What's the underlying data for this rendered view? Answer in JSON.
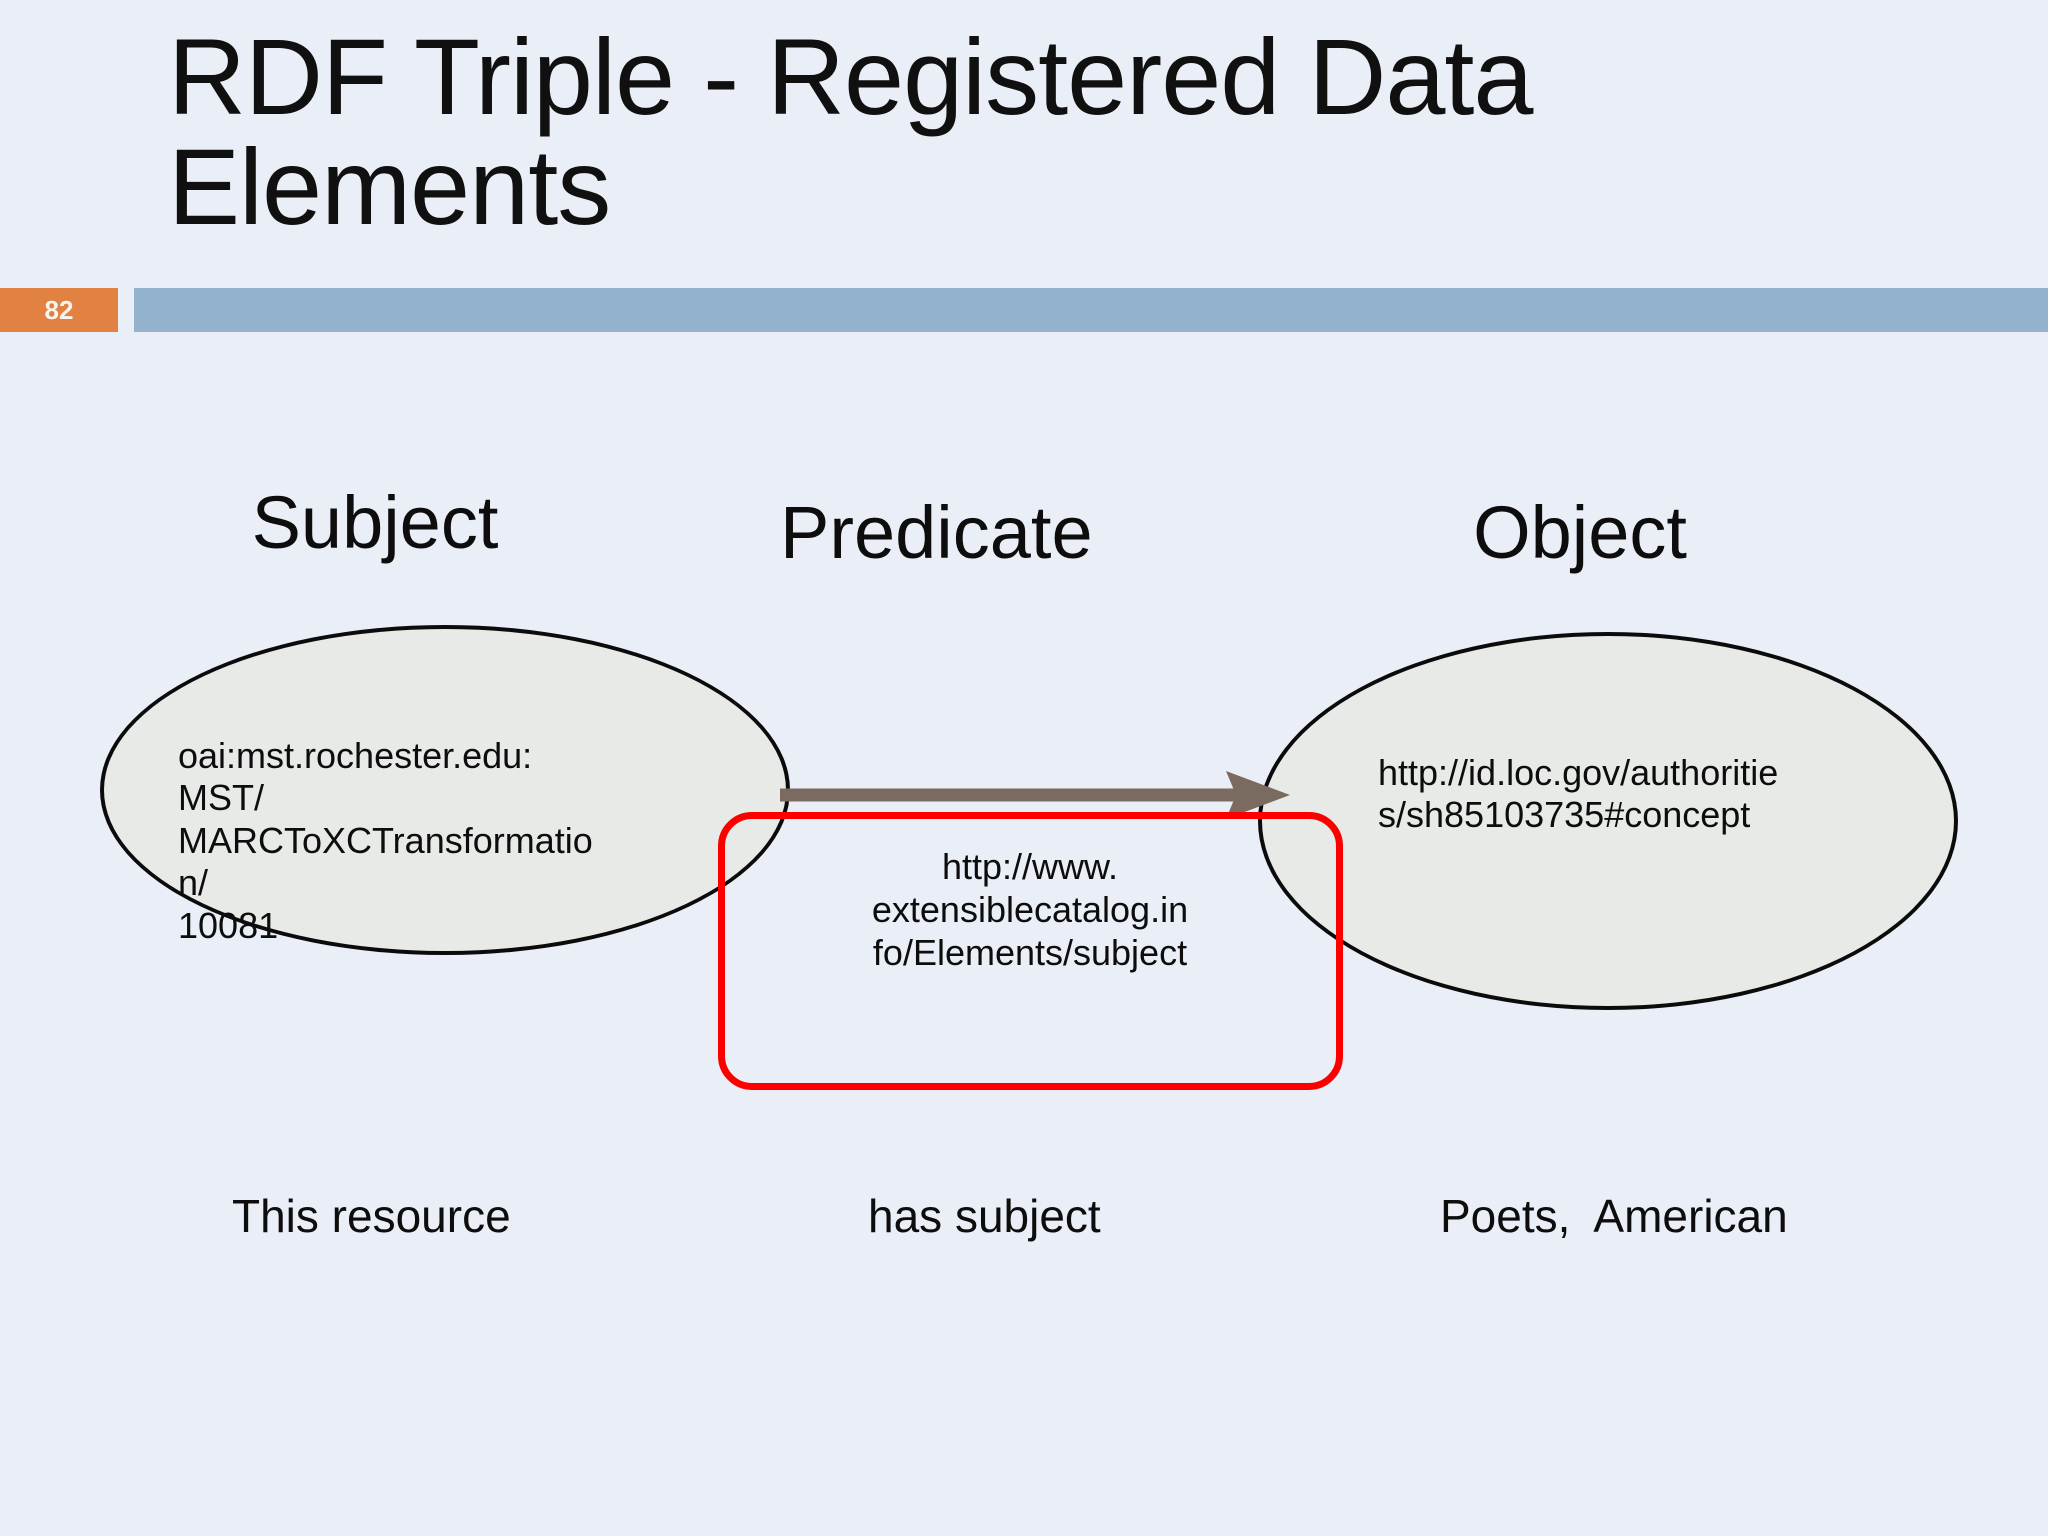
{
  "slide": {
    "page_number": "82",
    "title": "RDF Triple - Registered Data Elements",
    "colors": {
      "background": "#eaeef7",
      "badge": "#e18243",
      "rule_bar": "#93b2ce",
      "node_fill": "#e7eae7",
      "node_stroke": "#0b0b0b",
      "highlight": "#fc0000",
      "arrow": "#7a6a5f"
    }
  },
  "captions": {
    "subject": "Subject",
    "predicate": "Predicate",
    "object": "Object"
  },
  "nodes": {
    "subject_uri": "oai:mst.rochester.edu:\nMST/\nMARCToXCTransformatio\nn/\n10081",
    "object_uri": "http://id.loc.gov/authoritie\ns/sh85103735#concept"
  },
  "predicate": {
    "uri": "http://www.\nextensiblecatalog.in\nfo/Elements/subject"
  },
  "glosses": {
    "subject": "This resource",
    "predicate": "has subject",
    "object": "Poets,  American"
  }
}
